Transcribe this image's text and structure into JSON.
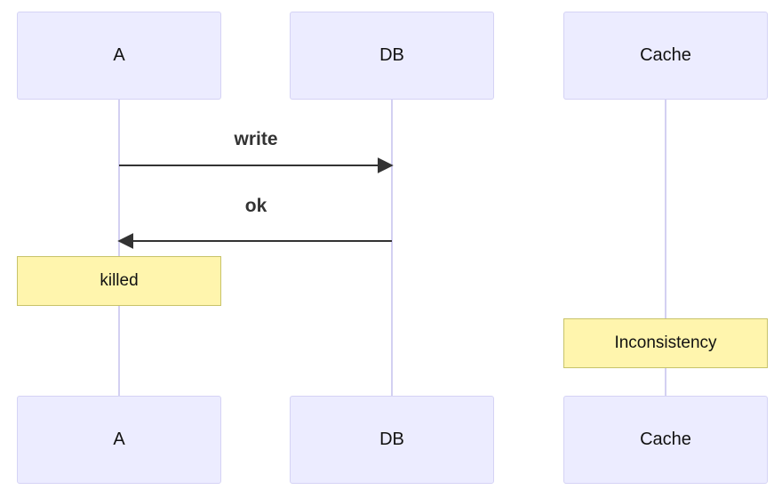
{
  "participants": [
    {
      "id": "a",
      "label": "A"
    },
    {
      "id": "db",
      "label": "DB"
    },
    {
      "id": "cache",
      "label": "Cache"
    }
  ],
  "messages": [
    {
      "from": "A",
      "to": "DB",
      "label": "write"
    },
    {
      "from": "DB",
      "to": "A",
      "label": "ok"
    }
  ],
  "notes": [
    {
      "over": "A",
      "text": "killed"
    },
    {
      "over": "Cache",
      "text": "Inconsistency"
    }
  ],
  "colors": {
    "actor_fill": "#ECECFF",
    "actor_border": "#D5D3F5",
    "lifeline": "#D3D0F2",
    "note_fill": "#FFF5AD",
    "note_border": "#C8C36A",
    "arrow": "#333333"
  }
}
